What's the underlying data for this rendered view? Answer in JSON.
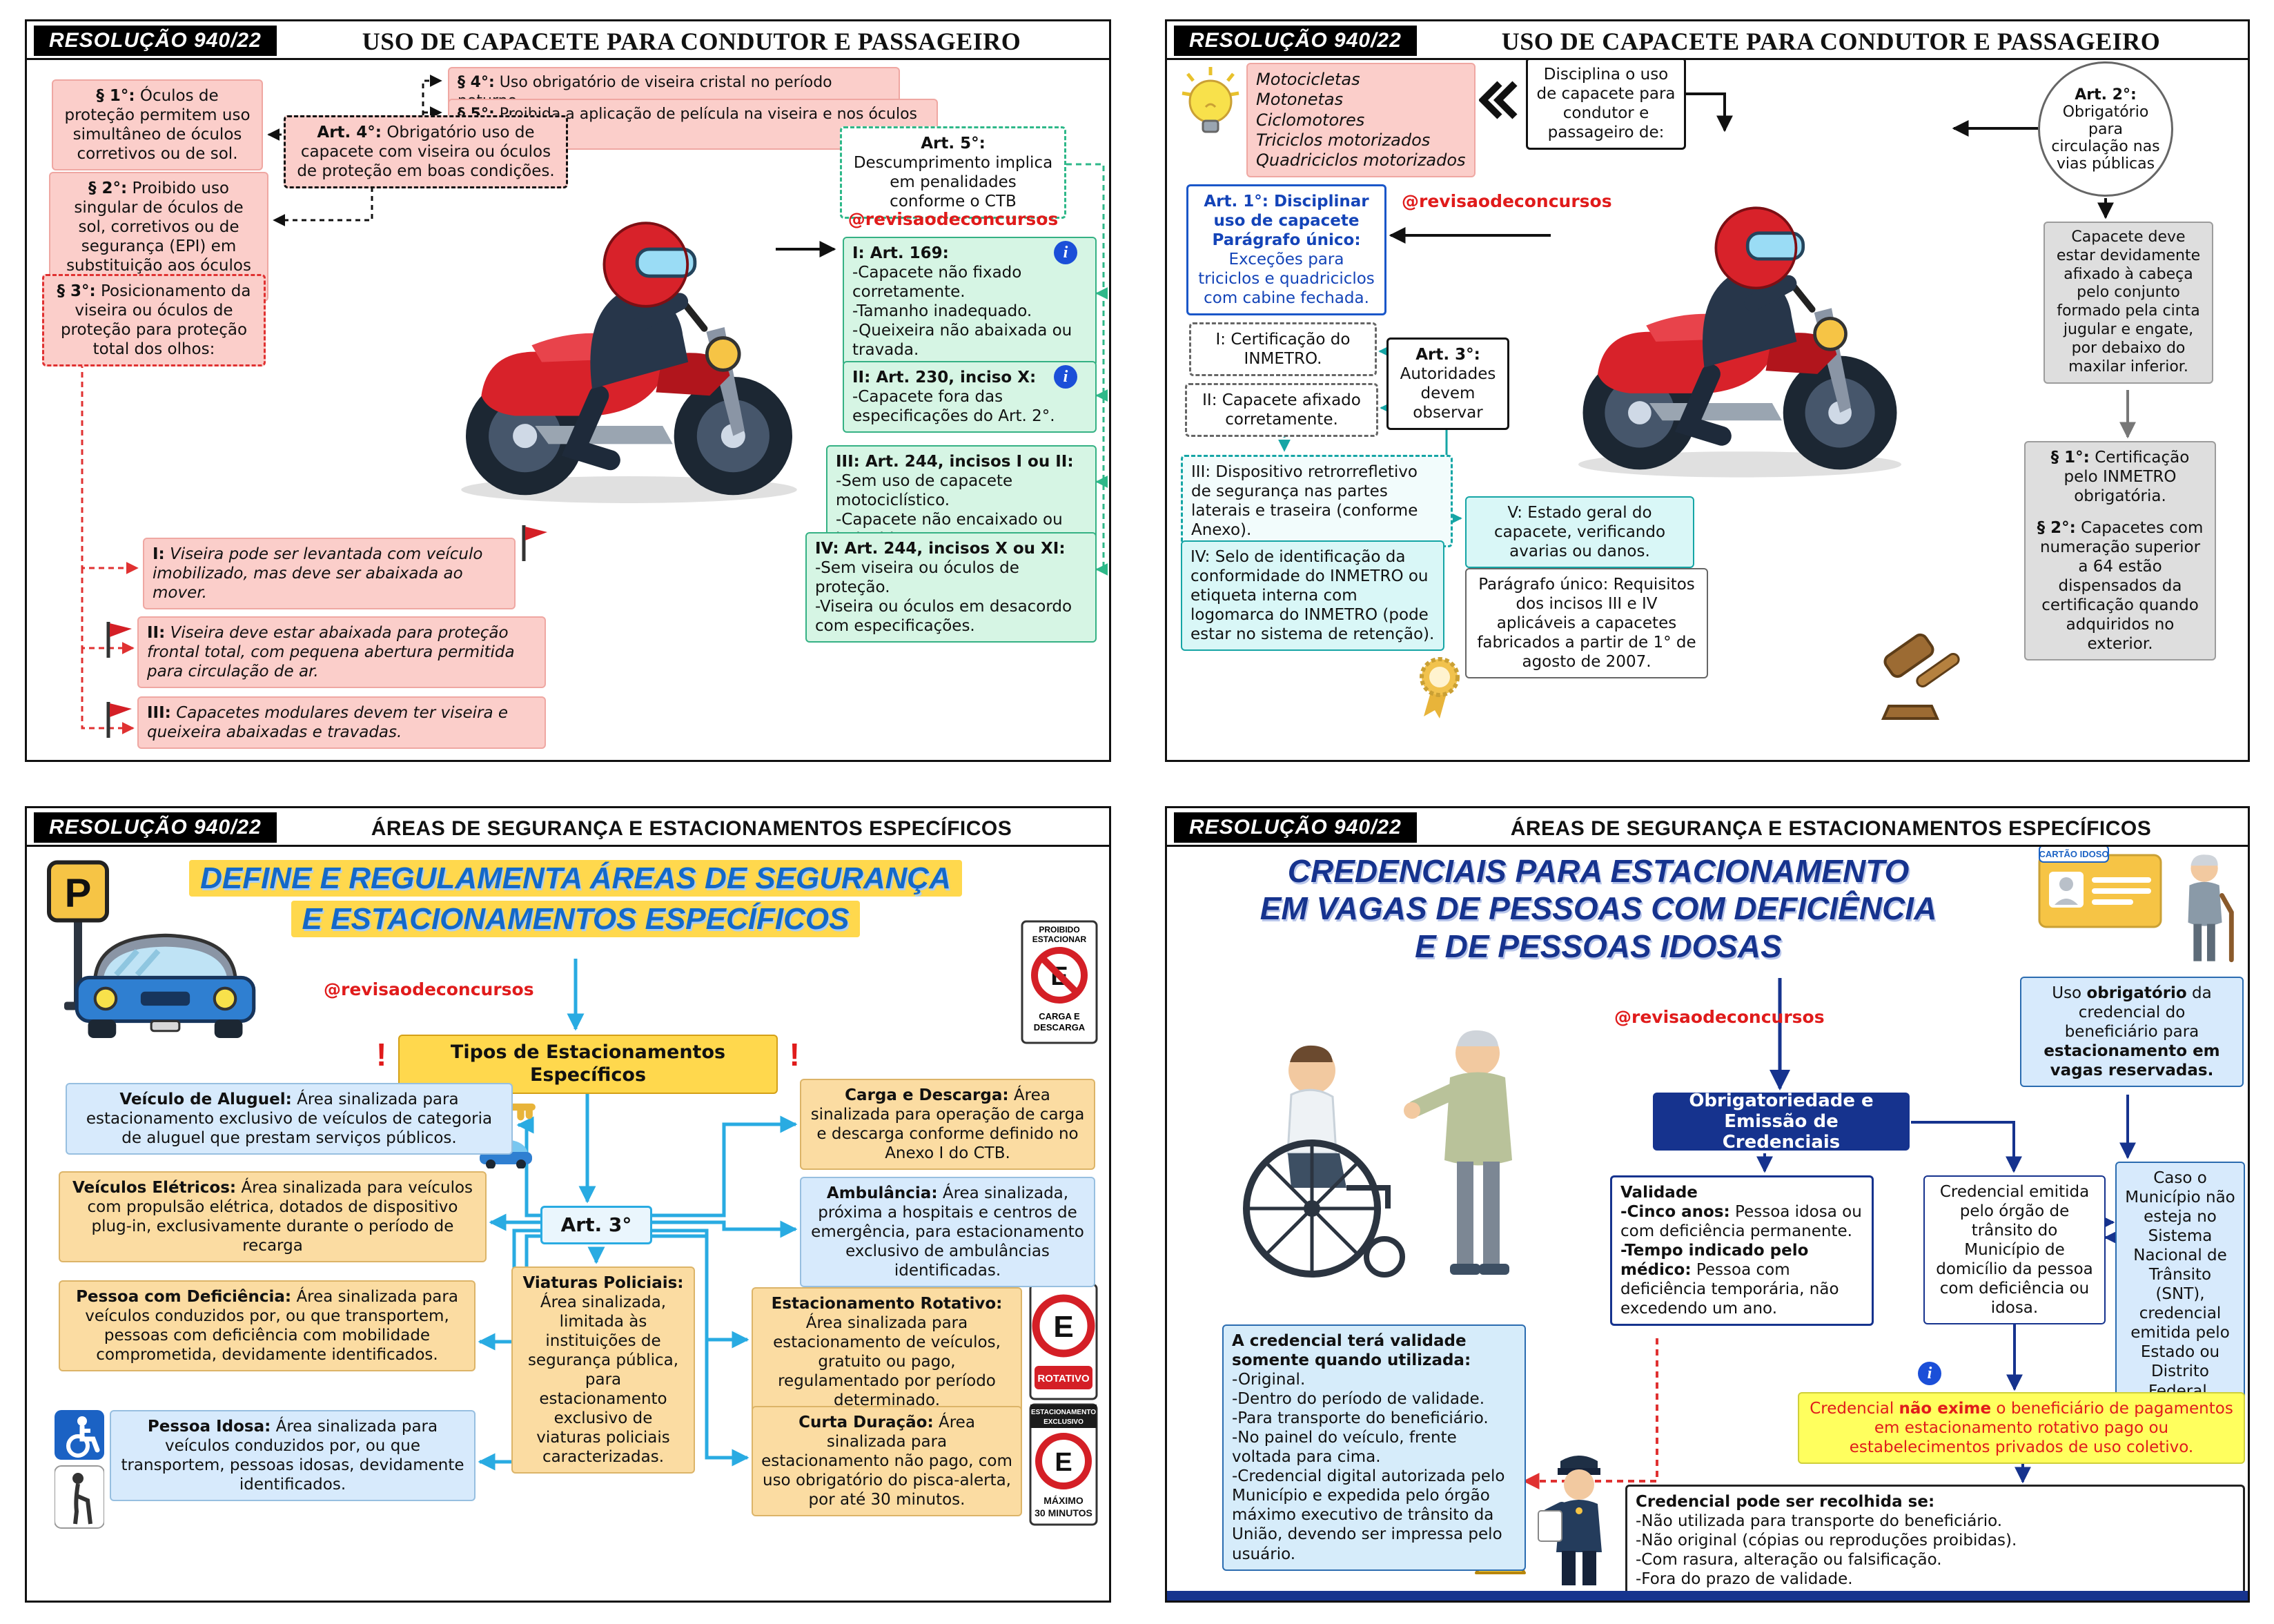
{
  "p1": {
    "badge": "RESOLUÇÃO 940/22",
    "title": "USO DE CAPACETE PARA CONDUTOR E PASSAGEIRO",
    "handle": "@revisaodeconcursos",
    "s1b": "§ 1°:",
    "s1": "Óculos de proteção permitem uso simultâneo de óculos corretivos ou de sol.",
    "s2b": "§ 2°:",
    "s2": "Proibido uso singular de óculos de sol, corretivos ou de segurança (EPI) em substituição aos óculos de proteção.",
    "s3b": "§ 3°:",
    "s3": "Posicionamento da viseira ou óculos de proteção para proteção total dos olhos:",
    "s4b": "§ 4°:",
    "s4": "Uso obrigatório de viseira cristal no período noturno.",
    "s5b": "§ 5°:",
    "s5": "Proibida a aplicação de película na viseira e nos óculos de proteção.",
    "art4b": "Art. 4°:",
    "art4": "Obrigatório uso de capacete com viseira ou óculos de proteção em boas condições.",
    "art5b": "Art. 5°:",
    "art5": "Descumprimento implica em penalidades conforme o CTB",
    "g1b": "I: Art. 169:",
    "g1": "-Capacete não fixado corretamente.\n-Tamanho inadequado.\n-Queixeira não abaixada ou travada.",
    "g2b": "II: Art. 230, inciso X:",
    "g2": "-Capacete fora das especificações do Art. 2°.",
    "g3b": "III: Art. 244, incisos I ou II:",
    "g3": "-Sem uso de capacete motociclístico.\n-Capacete não encaixado ou indevido.",
    "g4b": "IV: Art. 244, incisos X ou XI:",
    "g4": "-Sem viseira ou óculos de proteção.\n-Viseira ou óculos em desacordo com especificações.",
    "f1b": "I:",
    "f1": "Viseira pode ser levantada com veículo imobilizado, mas deve ser abaixada ao mover.",
    "f2b": "II:",
    "f2": "Viseira deve estar abaixada para proteção frontal total, com pequena abertura permitida para circulação de ar.",
    "f3b": "III:",
    "f3": "Capacetes modulares devem ter viseira e queixeira abaixadas e travadas."
  },
  "p2": {
    "badge": "RESOLUÇÃO 940/22",
    "title": "USO DE CAPACETE PARA CONDUTOR E PASSAGEIRO",
    "handle": "@revisaodeconcursos",
    "vehicles": "Motocicletas\nMotonetas\nCiclomotores\nTriciclos motorizados\nQuadriciclos motorizados",
    "disciplina": "Disciplina o uso de capacete para condutor e passageiro de:",
    "art2b": "Art. 2°:",
    "art2": "Obrigatório para circulação nas vias públicas",
    "art1b": "Art. 1°: Disciplinar uso de capacete\nParágrafo único:",
    "art1": "Exceções para triciclos e quadriciclos com cabine fechada.",
    "fix": "Capacete deve estar devidamente afixado à cabeça pelo conjunto formado pela cinta jugular e engate, por debaixo do maxilar inferior.",
    "i1": "I: Certificação do INMETRO.",
    "i2": "II: Capacete afixado corretamente.",
    "art3b": "Art. 3°:",
    "art3": "Autoridades devem observar",
    "i3": "III: Dispositivo retrorrefletivo de segurança nas partes laterais e traseira (conforme Anexo).",
    "i4": "IV: Selo de identificação da conformidade do INMETRO ou etiqueta interna com logomarca do INMETRO (pode estar no sistema de retenção).",
    "v5": "V: Estado geral do capacete, verificando avarias ou danos.",
    "pu": "Parágrafo único: Requisitos dos incisos III e IV aplicáveis a capacetes fabricados a partir de 1° de agosto de 2007.",
    "sec1b": "§ 1°:",
    "sec1": "Certificação pelo INMETRO obrigatória.",
    "sec2b": "§ 2°:",
    "sec2": "Capacetes com numeração superior a 64 estão dispensados da certificação quando adquirid­os no exterior."
  },
  "p3": {
    "badge": "RESOLUÇÃO 940/22",
    "title": "ÁREAS DE SEGURANÇA E ESTACIONAMENTOS ESPECÍFICOS",
    "handle": "@revisaodeconcursos",
    "t1": "DEFINE E REGULAMENTA ÁREAS DE SEGURANÇA",
    "t2": "E ESTACIONAMENTOS ESPECÍFICOS",
    "tipos": "Tipos de Estacionamentos Específicos",
    "aluguelb": "Veículo de Aluguel:",
    "aluguel": "Área sinalizada para estacionamento exclusivo de veículos de categoria de aluguel que prestam serviços públicos.",
    "eletb": "Veículos Elétricos:",
    "elet": "Área sinalizada para veículos com propulsão elétrica, dotados de dispositivo plug-in, exclusivamente durante o período de recarga",
    "defb": "Pessoa com Deficiência:",
    "def": "Área sinalizada para veículos conduzidos por, ou que transportem, pessoas com deficiência com mobilidade comprometida, devidamente identificados.",
    "idosab": "Pessoa Idosa:",
    "idosa": "Área sinalizada para veículos conduzidos por, ou que transportem, pessoas idosas, devidamente identificados.",
    "art3": "Art. 3°",
    "viatb": "Viaturas Policiais:",
    "viat": "Área sinalizada, limitada às instituições de segurança pública, para estacionamento exclusivo de viaturas policiais caracterizadas.",
    "cargab": "Carga e Descarga:",
    "carga": "Área sinalizada para operação de carga e descarga conforme definido no Anexo I do CTB.",
    "ambb": "Ambulância:",
    "amb": "Área sinalizada, próxima a hospitais e centros de emergência, para estacionamento exclusivo de ambulâncias identificadas.",
    "rotb": "Estacionamento Rotativo:",
    "rot": "Área sinalizada para estacionamento de veículos, gratuito ou pago, regulamentado por período determinado.",
    "curtab": "Curta Duração:",
    "curta": "Área sinalizada para estacionamento não pago, com uso obrigatório do pisca-alerta, por até 30 minutos.",
    "signs": {
      "pro1": "PROIBIDO",
      "pro2": "ESTACIONAR",
      "e": "E",
      "cd1": "CARGA E",
      "cd2": "DESCARGA",
      "rot": "ROTATIVO",
      "ex1": "ESTACIONAMENTO",
      "ex2": "EXCLUSIVO",
      "mx1": "MÁXIMO",
      "mx2": "30 MINUTOS"
    }
  },
  "p4": {
    "badge": "RESOLUÇÃO 940/22",
    "title": "ÁREAS DE SEGURANÇA E ESTACIONAMENTOS ESPECÍFICOS",
    "handle": "@revisaodeconcursos",
    "t1": "CREDENCIAIS PARA ESTACIONAMENTO",
    "t2": "EM VAGAS DE PESSOAS COM DEFICIÊNCIA",
    "t3": "E DE PESSOAS IDOSAS",
    "cartao": "CARTÃO IDOSO",
    "usoa": "Uso ",
    "usob": "obrigatório",
    "usoc": " da credencial do beneficiário para ",
    "usod": "estacionamento em vagas reservadas.",
    "obrig": "Obrigatoriedade e Emissão de Credenciais",
    "valh": "Validade",
    "val1b": "-Cinco anos:",
    "val1": " Pessoa idosa ou com deficiência permanente.",
    "val2b": "-Tempo indicado pelo médico:",
    "val2": " Pessoa com deficiência temporária, não excedendo um ano.",
    "emitida": "Credencial emitida pelo órgão de trânsito do Município de domicílio da pessoa com deficiência ou idosa.",
    "caso": "Caso o Município não esteja no Sistema Nacional de Trânsito (SNT), credencial emitida pelo Estado ou Distrito Federal.",
    "terab": "A credencial terá validade somente quando utilizada:",
    "tera": "-Original.\n-Dentro do período de validade.\n-Para transporte do beneficiário.\n-No painel do veículo, frente voltada para cima.\n-Credencial digital autorizada pelo Município e expedida pelo órgão máximo executivo de trânsito da União, devendo ser impressa pelo usuário.",
    "exa": "Credencial ",
    "exb": "não exime",
    "exc": " o beneficiário de pagamentos em estacionamento rotativo pago ou estabelecimentos privados de uso coletivo.",
    "recb": "Credencial pode ser recolhida se:",
    "rec": "-Não utilizada para transporte do beneficiário.\n-Não original (cópias ou reproduções proibidas).\n-Com rasura, alteração ou falsificação.\n-Fora do prazo de validade."
  }
}
